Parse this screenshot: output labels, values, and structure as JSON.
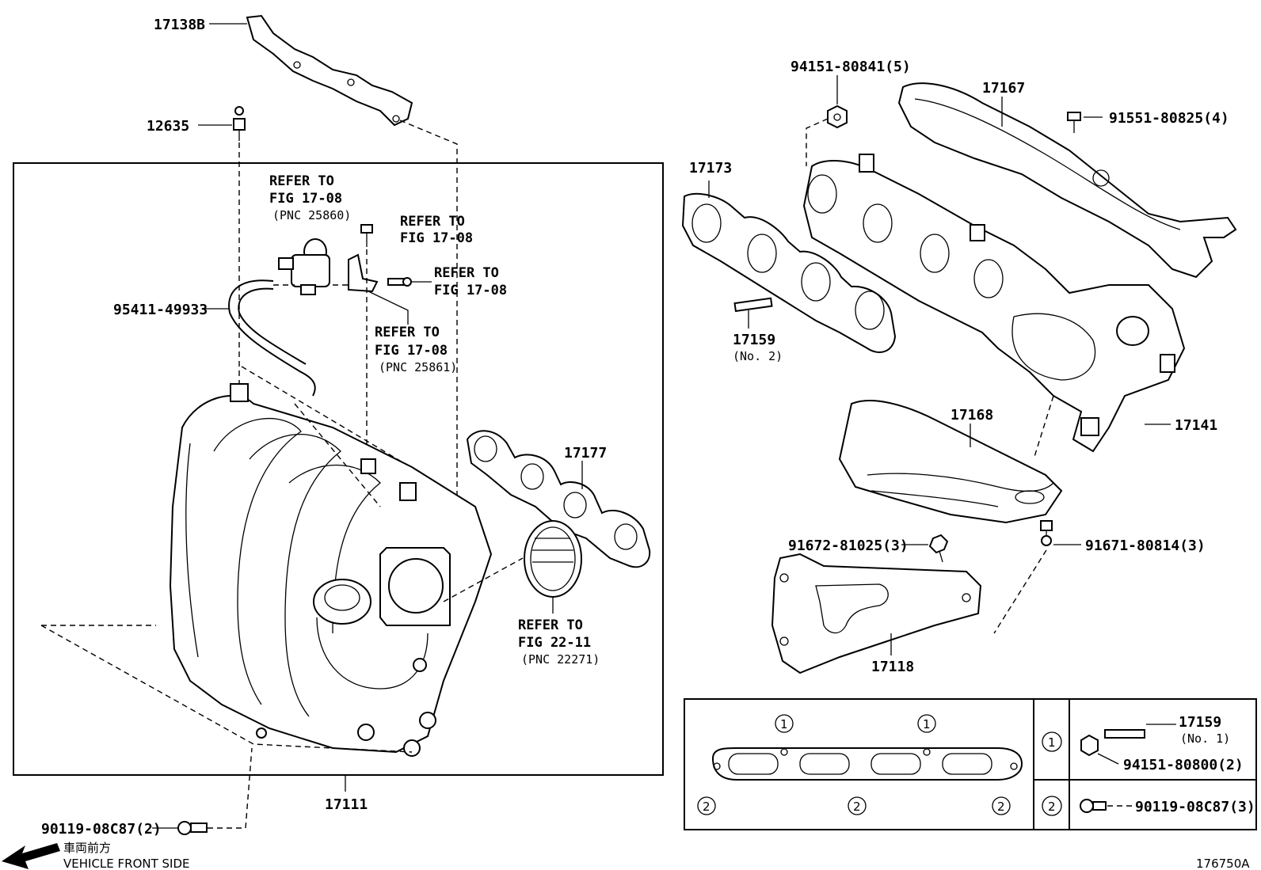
{
  "labels": {
    "p17138B": "17138B",
    "p12635": "12635",
    "p95411": "95411-49933",
    "p17111": "17111",
    "p90119a": "90119-08C87(2)",
    "p17177": "17177",
    "p94151a": "94151-80841(5)",
    "p17167": "17167",
    "p91551": "91551-80825(4)",
    "p17173": "17173",
    "p17159": "17159",
    "p17159_sub": "(No. 2)",
    "p17168": "17168",
    "p17141": "17141",
    "p91672": "91672-81025(3)",
    "p91671": "91671-80814(3)",
    "p17118": "17118",
    "t17159": "17159",
    "t17159_sub": "(No. 1)",
    "t94151": "94151-80800(2)",
    "t90119": "90119-08C87(3)",
    "circle1": "1",
    "circle2": "2"
  },
  "refs": {
    "r1": [
      "REFER TO",
      "FIG 17-08",
      "(PNC 25860)"
    ],
    "r2": [
      "REFER TO",
      "FIG 17-08"
    ],
    "r3": [
      "REFER TO",
      "FIG 17-08"
    ],
    "r4": [
      "REFER TO",
      "FIG 17-08",
      "(PNC 25861)"
    ],
    "r5": [
      "REFER TO",
      "FIG 22-11",
      "(PNC 22271)"
    ]
  },
  "footer": {
    "direction_jp": "車両前方",
    "direction_en": "VEHICLE FRONT SIDE",
    "figure_id": "176750A"
  }
}
